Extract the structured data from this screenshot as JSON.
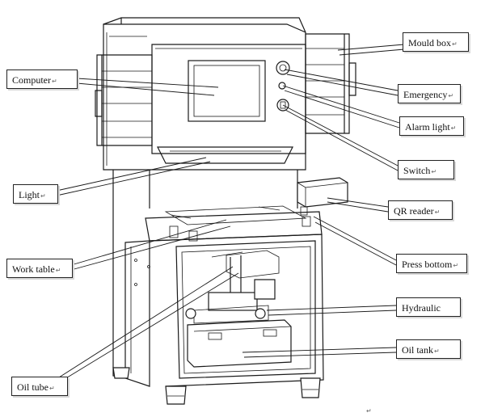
{
  "diagram": {
    "labels": {
      "mould_box": "Mould box",
      "computer": "Computer",
      "emergency": "Emergency",
      "alarm_light": "Alarm light",
      "switch": "Switch",
      "light": "Light",
      "qr_reader": "QR reader",
      "work_table": "Work table",
      "press_bottom": "Press bottom",
      "hydraulic": "Hydraulic",
      "oil_tank": "Oil tank",
      "oil_tube": "Oil tube"
    },
    "paragraph_mark": "↵"
  }
}
